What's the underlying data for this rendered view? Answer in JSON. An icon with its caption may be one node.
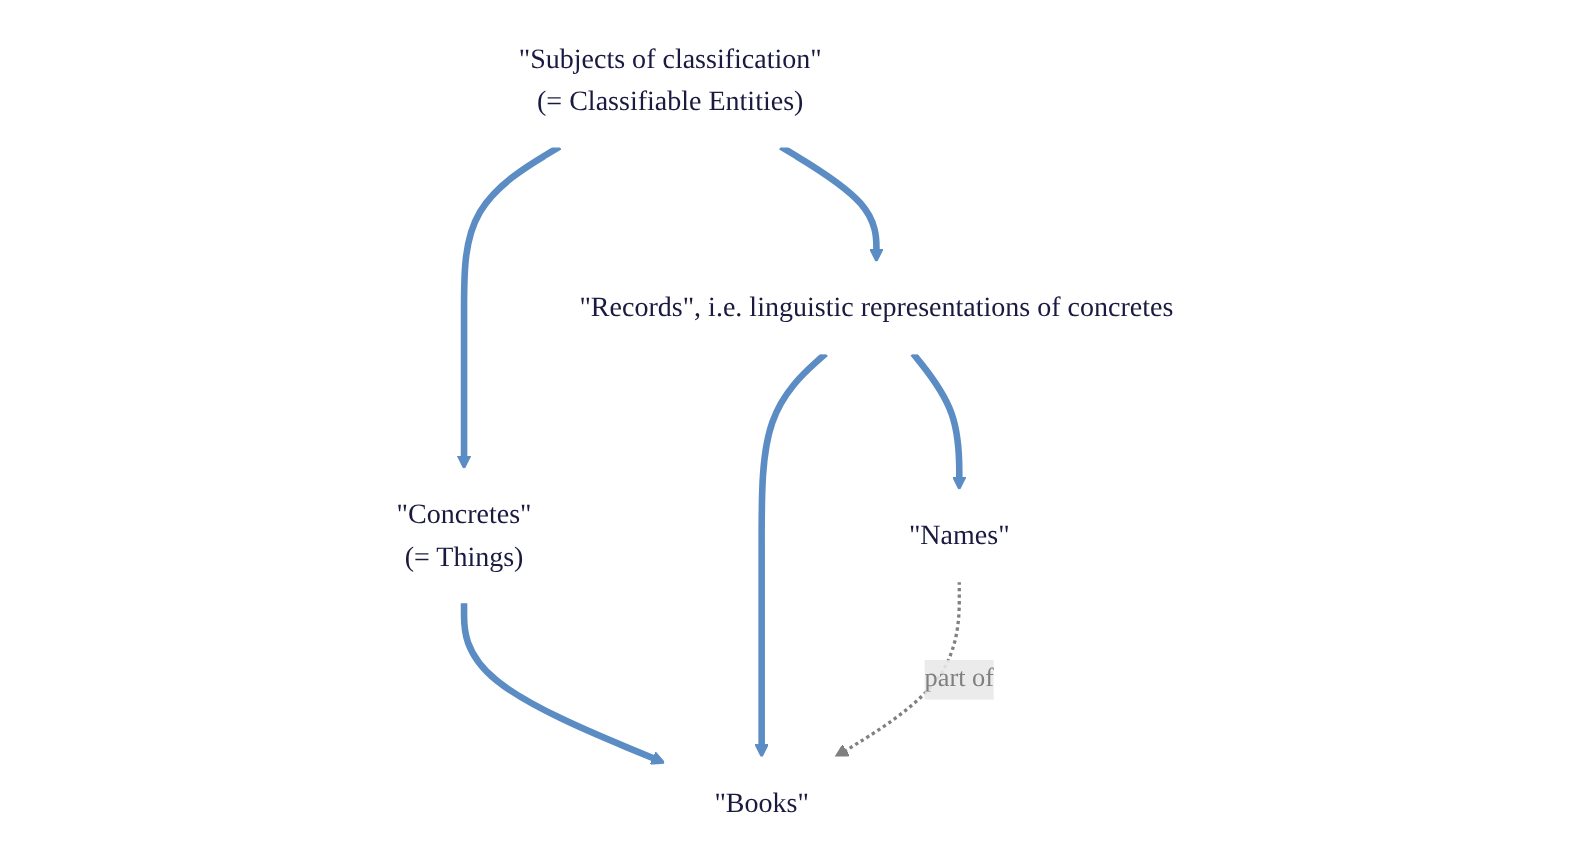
{
  "diagram": {
    "nodes": [
      {
        "text": [
          "\"Subjects of classification\"",
          "(= Classifiable Entities)"
        ]
      },
      {
        "text": [
          "\"Concretes\"",
          "(= Things)"
        ]
      },
      {
        "text": [
          "\"Records\", i.e. linguistic representations of concretes"
        ]
      },
      {
        "text": [
          "\"Books\""
        ]
      },
      {
        "text": [
          "\"Names\""
        ]
      }
    ],
    "edges": [
      {
        "from": 0,
        "to": 1,
        "arrow": "to"
      },
      {
        "from": 0,
        "to": 2,
        "arrow": "to"
      },
      {
        "from": 1,
        "to": 3,
        "arrow": "to"
      },
      {
        "from": 2,
        "to": 3,
        "arrow": "to"
      },
      {
        "from": 2,
        "to": 4,
        "arrow": "to"
      },
      {
        "from": 4,
        "to": 3,
        "arrow": "to",
        "label": "part of",
        "style": "dashed",
        "color": "#808080"
      }
    ]
  }
}
